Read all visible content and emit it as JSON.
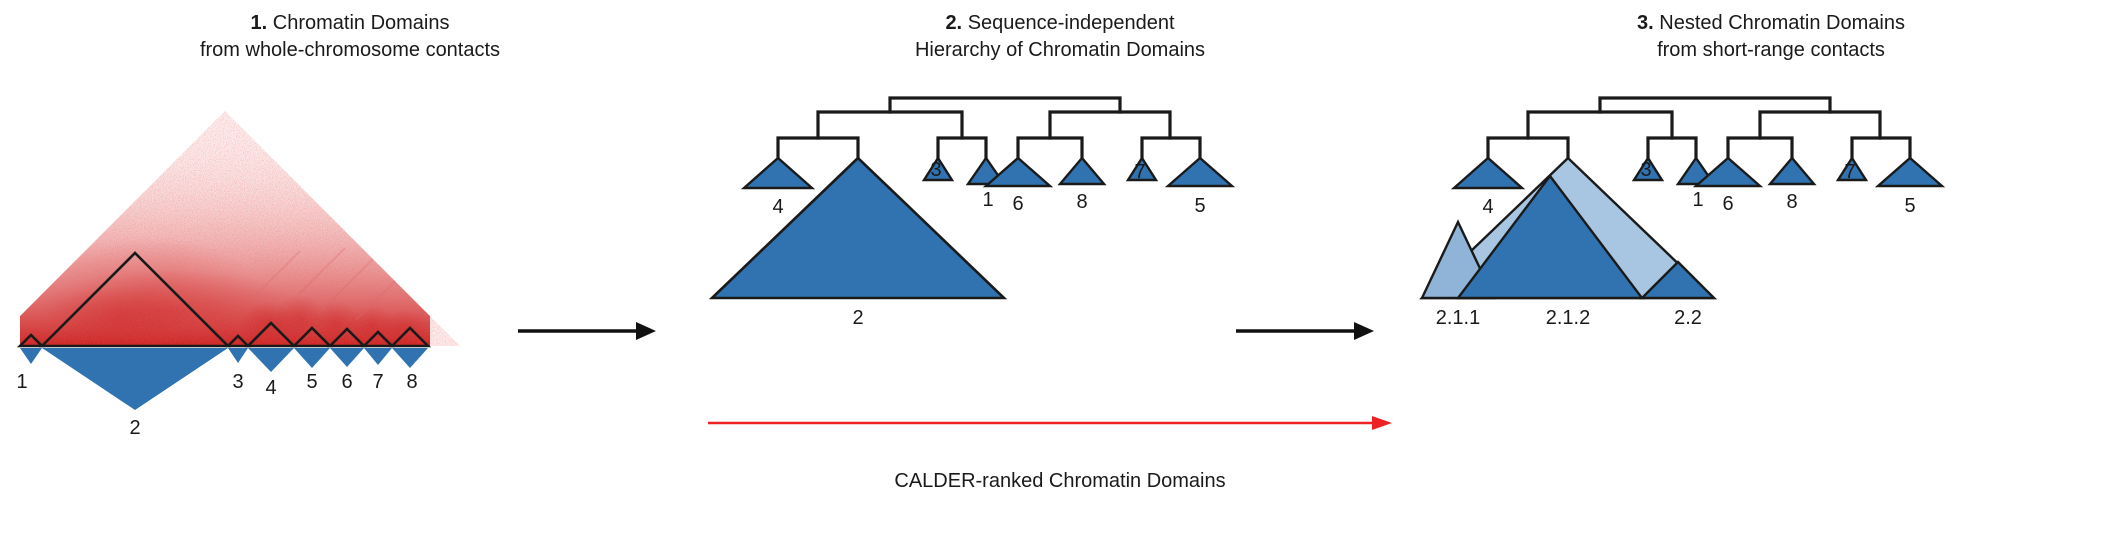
{
  "figure": {
    "background": "#ffffff",
    "colors": {
      "domain_blue": "#3173b0",
      "domain_blue_light": "#a8c6e2",
      "domain_blue_mid": "#8fb4d8",
      "heatmap_red": "#cc1f1f",
      "outline_black": "#1a1a1a",
      "calder_arrow_red": "#ee2222"
    }
  },
  "panels": [
    {
      "id": "panel-1",
      "number": "1.",
      "title_line1": "Chromatin Domains",
      "title_line2": "from whole-chromosome contacts",
      "type": "hic-heatmap",
      "domain_labels": [
        "1",
        "3",
        "4",
        "5",
        "6",
        "7",
        "8",
        "2"
      ]
    },
    {
      "id": "panel-2",
      "number": "2.",
      "title_line1": "Sequence-independent",
      "title_line2": "Hierarchy of Chromatin Domains",
      "type": "dendrogram",
      "leaf_labels": [
        "4",
        "3",
        "1",
        "6",
        "8",
        "7",
        "5"
      ],
      "big_domain_label": "2",
      "arrow_caption": "CALDER-ranked Chromatin Domains"
    },
    {
      "id": "panel-3",
      "number": "3.",
      "title_line1": "Nested Chromatin Domains",
      "title_line2": "from short-range contacts",
      "type": "dendrogram-nested",
      "leaf_labels": [
        "4",
        "3",
        "1",
        "6",
        "8",
        "7",
        "5"
      ],
      "nested_labels": [
        "2.1.1",
        "2.1.2",
        "2.2"
      ]
    }
  ],
  "step_arrows": [
    {
      "name": "arrow-panel1-to-panel2"
    },
    {
      "name": "arrow-panel2-to-panel3"
    }
  ]
}
